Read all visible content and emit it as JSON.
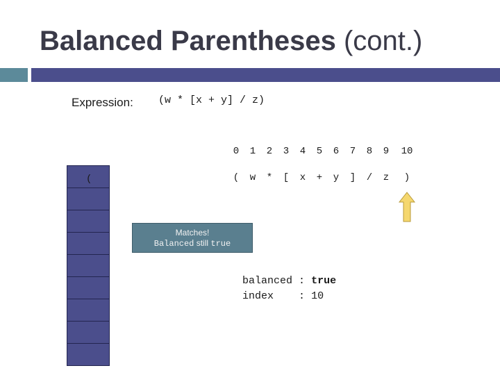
{
  "slide": {
    "title_bold": "Balanced Parentheses",
    "title_rest": " (cont.)"
  },
  "expression": {
    "label": "Expression:",
    "text": "(w * [x + y] / z)"
  },
  "indices": [
    "0",
    "1",
    "2",
    "3",
    "4",
    "5",
    "6",
    "7",
    "8",
    "9",
    "10"
  ],
  "characters": [
    "(",
    "w",
    "*",
    "[",
    "x",
    "+",
    "y",
    "]",
    "/",
    "z",
    ")"
  ],
  "pointer": {
    "index": 10,
    "color": "#f5d76e"
  },
  "stack": {
    "top_label": "(",
    "cell_count": 9
  },
  "note": {
    "line1": "Matches!",
    "line2_a": "Balanced",
    "line2_b": "still",
    "line2_c": "true"
  },
  "variables": {
    "balanced_label": "balanced",
    "balanced_sep": ":",
    "balanced_value": "true",
    "index_label": "index",
    "index_sep": ":",
    "index_value": "10"
  },
  "colors": {
    "accent_teal": "#5c8a9a",
    "accent_navy": "#4b4e8c",
    "note_bg": "#5a7f8f",
    "arrow": "#f5d76e"
  }
}
